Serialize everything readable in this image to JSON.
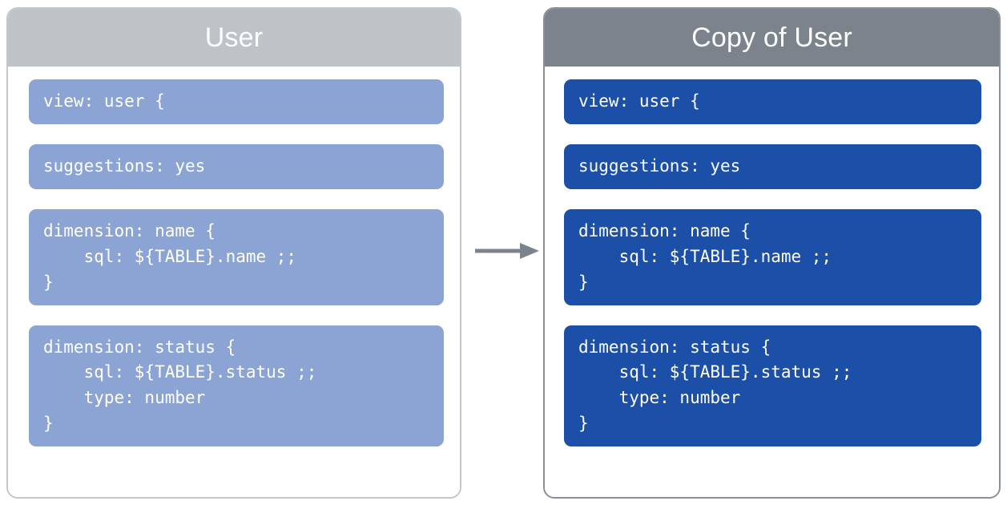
{
  "diagram": {
    "arrow_color": "#7d838c",
    "arrow_icon": "arrow-right-icon"
  },
  "panels": [
    {
      "key": "source",
      "title": "User",
      "header_color": "#bec3c7",
      "block_color": "#8ba4d4",
      "border_color": "#c3c7cb",
      "blocks": [
        {
          "name": "view-declaration",
          "code": "view: user {"
        },
        {
          "name": "suggestions-setting",
          "code": "suggestions: yes"
        },
        {
          "name": "dimension-name",
          "code": "dimension: name {\n    sql: ${TABLE}.name ;;\n}"
        },
        {
          "name": "dimension-status",
          "code": "dimension: status {\n    sql: ${TABLE}.status ;;\n    type: number\n}"
        }
      ]
    },
    {
      "key": "copy",
      "title": "Copy of User",
      "header_color": "#7d838c",
      "block_color": "#1c50a8",
      "border_color": "#8a9097",
      "blocks": [
        {
          "name": "view-declaration",
          "code": "view: user {"
        },
        {
          "name": "suggestions-setting",
          "code": "suggestions: yes"
        },
        {
          "name": "dimension-name",
          "code": "dimension: name {\n    sql: ${TABLE}.name ;;\n}"
        },
        {
          "name": "dimension-status",
          "code": "dimension: status {\n    sql: ${TABLE}.status ;;\n    type: number\n}"
        }
      ]
    }
  ]
}
